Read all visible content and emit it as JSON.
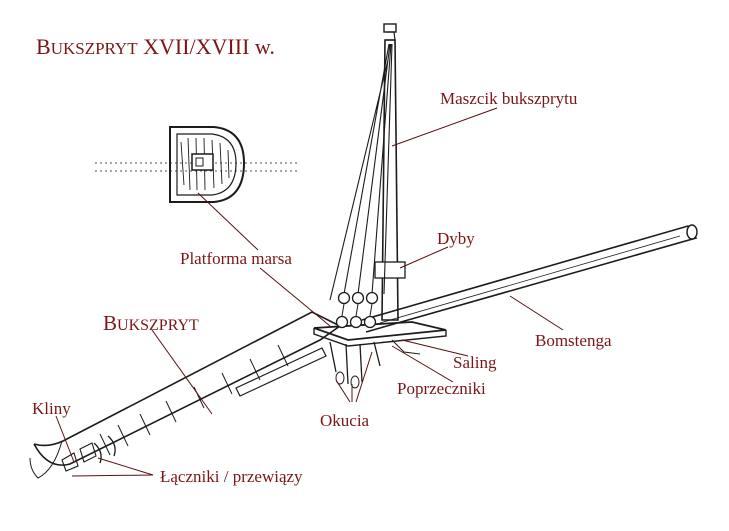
{
  "title": {
    "first": "B",
    "rest": "UKSZPRYT",
    "tail": "XVII/XVIII w."
  },
  "colors": {
    "label": "#7a1616",
    "ink": "#1c1c1c",
    "leader": "#5a1010",
    "background": "#ffffff"
  },
  "labels": {
    "maszcik": "Maszcik bukszprytu",
    "dyby": "Dyby",
    "platforma": "Platforma marsa",
    "bukszpryt_first": "B",
    "bukszpryt_rest": "UKSZPRYT",
    "bomstenga": "Bomstenga",
    "saling": "Saling",
    "poprzeczniki": "Poprzeczniki",
    "okucia": "Okucia",
    "kliny": "Kliny",
    "laczniki": "Łączniki / przewiązy"
  }
}
